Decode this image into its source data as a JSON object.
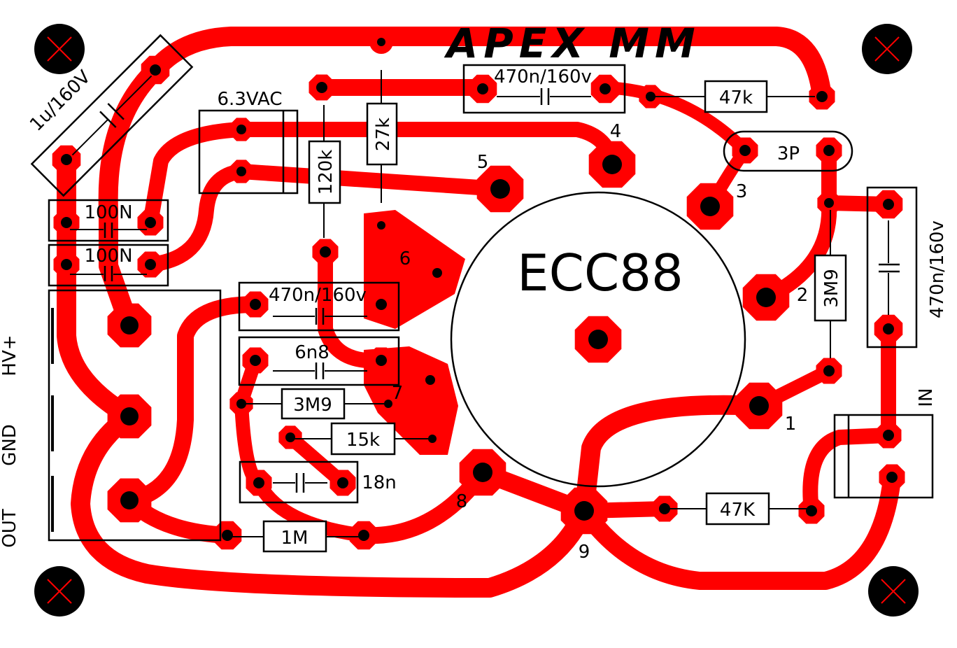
{
  "title": "APEX MM",
  "tube": "ECC88",
  "terminals": {
    "hv": "HV+",
    "gnd": "GND",
    "out": "OUT",
    "in": "IN"
  },
  "components": {
    "c_1u": "1u/160V",
    "heater": "6.3VAC",
    "c_100n_a": "100N",
    "c_100n_b": "100N",
    "c_470n_top": "470n/160v",
    "c_470n_mid": "470n/160v",
    "c_470n_right": "470n/160v",
    "r_47k_top": "47k",
    "r_47k_bottom": "47K",
    "r_27k": "27k",
    "r_120k": "120k",
    "r_3m9_right": "3M9",
    "r_3m9_mid": "3M9",
    "c_6n8": "6n8",
    "r_15k": "15k",
    "c_18n": "18n",
    "r_1m": "1M",
    "jumper_3p": "3P"
  },
  "pin_labels": {
    "p1": "1",
    "p2": "2",
    "p3": "3",
    "p4": "4",
    "p5": "5",
    "p6": "6",
    "p7": "7",
    "p8": "8",
    "p9": "9"
  },
  "colors": {
    "copper": "#ff0000",
    "silkscreen": "#000000",
    "board": "#ffffff"
  }
}
